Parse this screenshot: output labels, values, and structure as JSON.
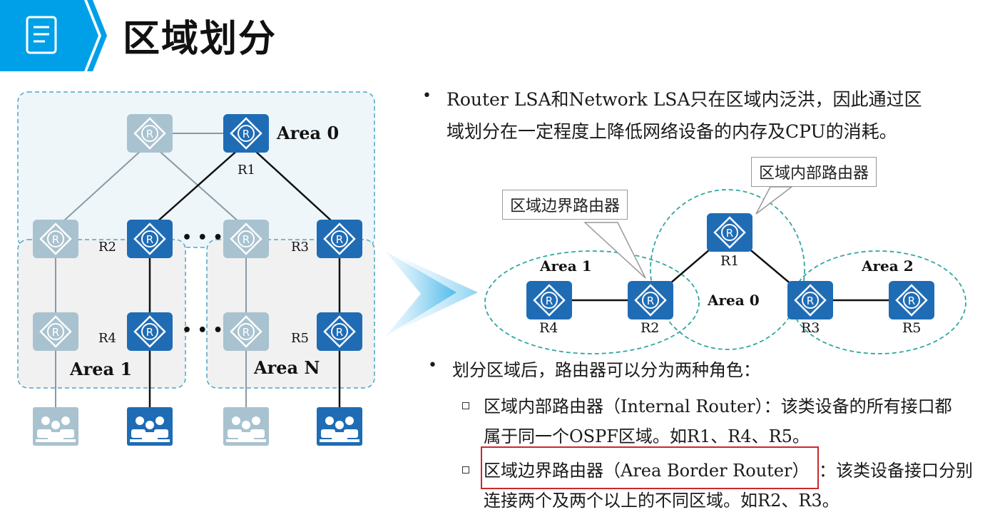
{
  "page": {
    "title": "区域划分"
  },
  "colors": {
    "accent": "#00a0e9",
    "router_active": "#1f6cb5",
    "router_inactive": "#a9c2cf",
    "area_border": "#4aa8c8",
    "area_dashed_green": "#2ea8a0",
    "highlight": "#c8292e"
  },
  "left_diagram": {
    "area0_label": "Area 0",
    "area1_label": "Area 1",
    "areaN_label": "Area N",
    "router_labels": {
      "r1": "R1",
      "r2": "R2",
      "r3": "R3",
      "r4": "R4",
      "r5": "R5"
    },
    "ellipsis": "• • •"
  },
  "bullet1": {
    "line1": "Router LSA和Network LSA只在区域内泛洪，因此通过区",
    "line2": "域划分在一定程度上降低网络设备的内存及CPU的消耗。"
  },
  "right_diagram": {
    "callout_internal": "区域内部路由器",
    "callout_border": "区域边界路由器",
    "area1": "Area 1",
    "area0": "Area 0",
    "area2": "Area 2",
    "r1": "R1",
    "r2": "R2",
    "r3": "R3",
    "r4": "R4",
    "r5": "R5"
  },
  "bullet2": {
    "heading": "划分区域后，路由器可以分为两种角色：",
    "sub1_line1": "区域内部路由器（Internal Router）：该类设备的所有接口都",
    "sub1_line2": "属于同一个OSPF区域。如R1、R4、R5。",
    "sub2_term": "区域边界路由器（Area Border Router）",
    "sub2_rest": "：该类设备接口分别",
    "sub2_line2": "连接两个及两个以上的不同区域。如R2、R3。"
  }
}
